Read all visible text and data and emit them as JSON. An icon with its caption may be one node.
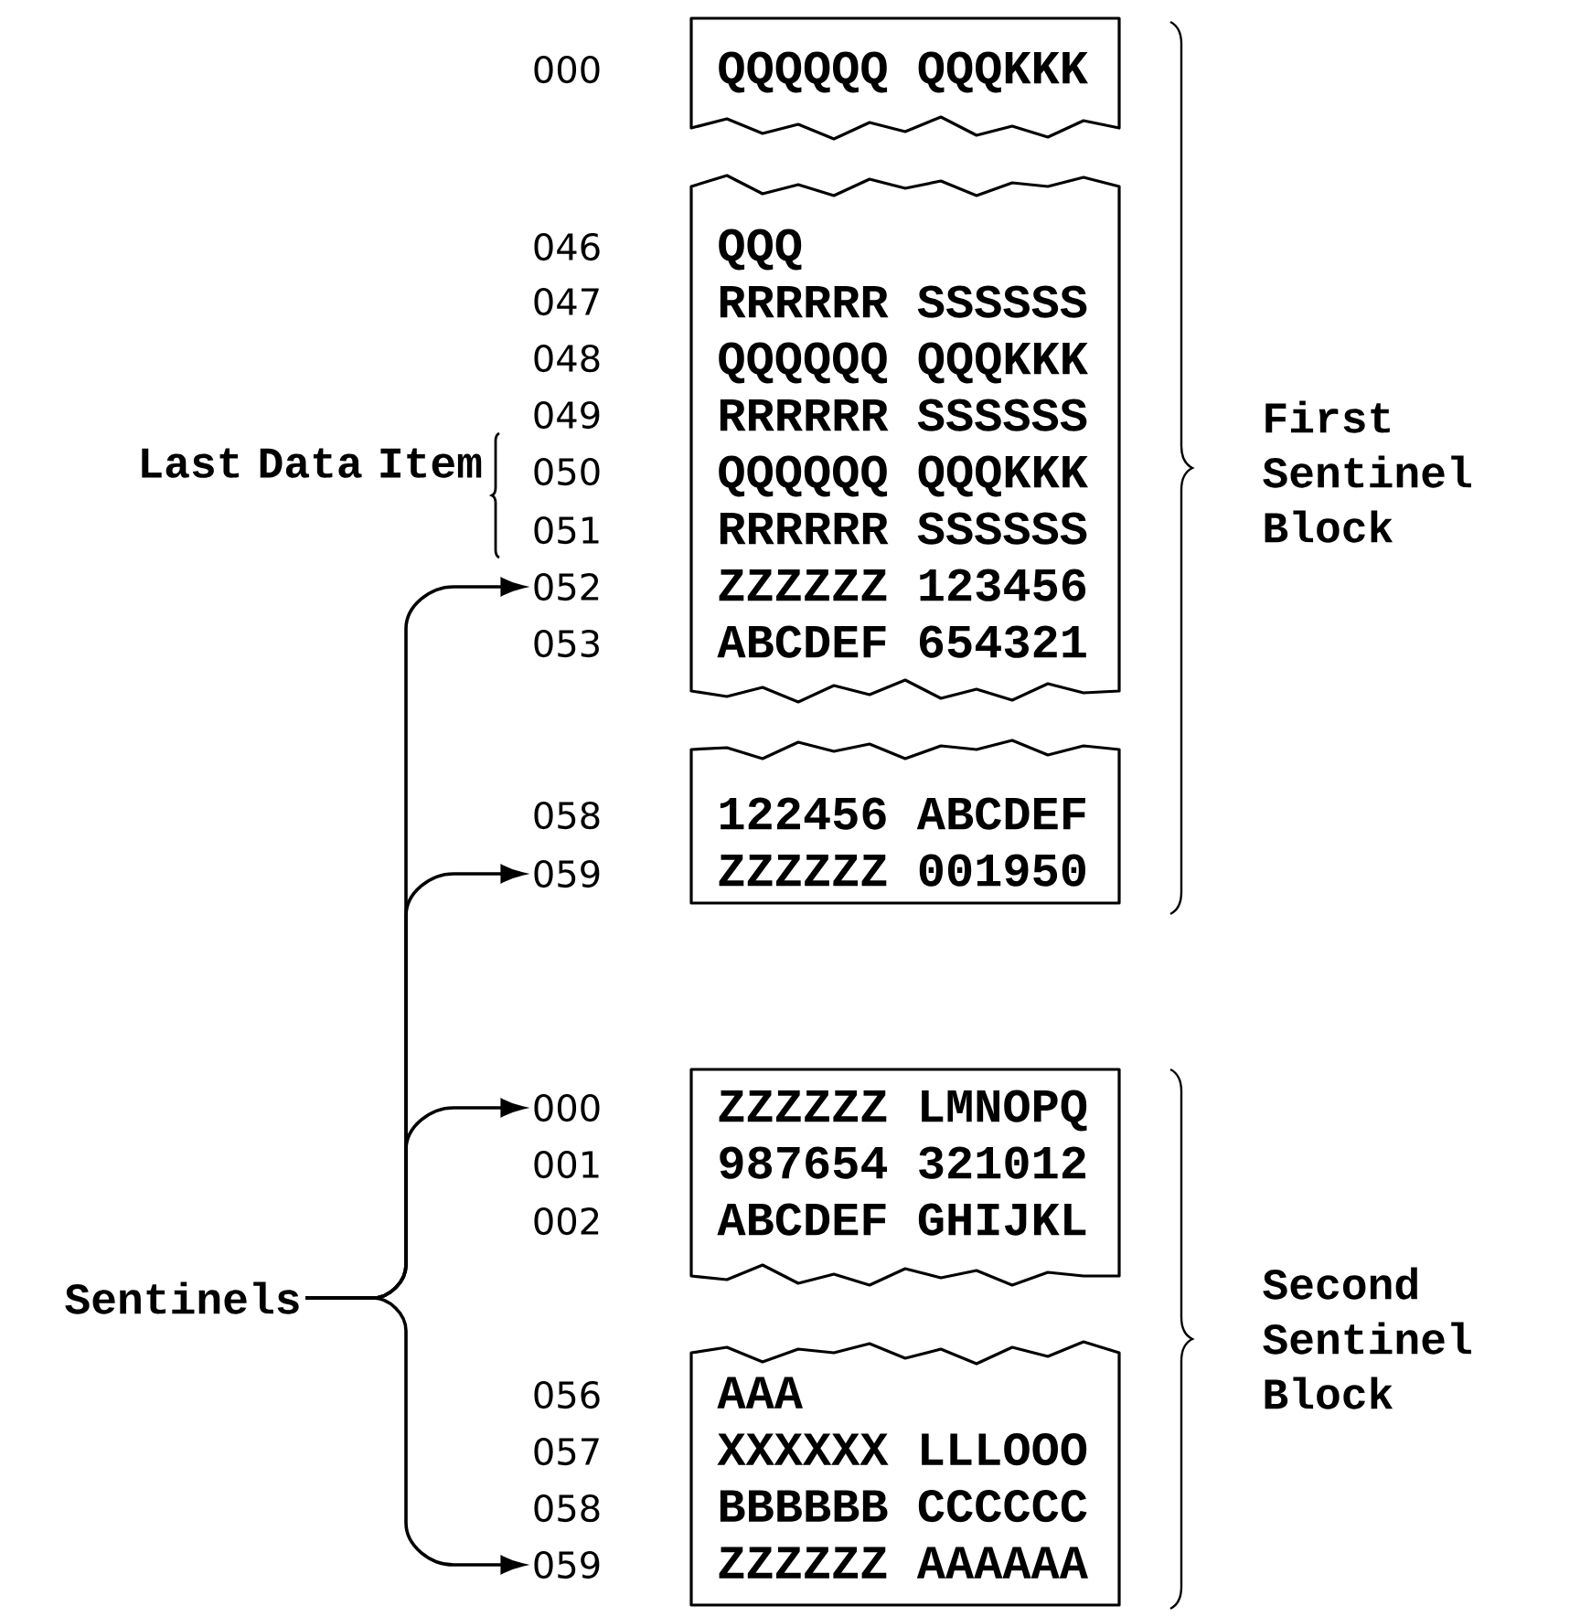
{
  "diagram": {
    "nodes": [
      {
        "text": [
          "QQQQQQ QQQKKK"
        ]
      },
      {
        "text": [
          "QQQ",
          "RRRRRR SSSSSS",
          "QQQQQQ QQQKKK",
          "RRRRRR SSSSSS",
          "QQQQQQ QQQKKK",
          "RRRRRR SSSSSS",
          "ZZZZZZ 123456",
          "ABCDEF 654321"
        ]
      },
      {
        "text": [
          "052"
        ]
      },
      {
        "text": [
          "122456 ABCDEF",
          "ZZZZZZ 001950"
        ]
      },
      {
        "text": [
          "059"
        ]
      },
      {
        "text": [
          "ZZZZZZ LMNOPQ",
          "987654 321012",
          "ABCDEF GHIJKL"
        ]
      },
      {
        "text": [
          "000"
        ]
      },
      {
        "text": [
          "AAA",
          "XXXXXX LLLOOO",
          "BBBBBB CCCCCC",
          "ZZZZZZ AAAAAA"
        ]
      },
      {
        "text": [
          "059"
        ]
      },
      {
        "text": [
          "Sentinels"
        ]
      }
    ],
    "edges": [
      {
        "from": 9,
        "to": 2,
        "arrow": "to"
      },
      {
        "from": 9,
        "to": 4,
        "arrow": "to"
      },
      {
        "from": 9,
        "to": 6,
        "arrow": "to"
      },
      {
        "from": 9,
        "to": 8,
        "arrow": "to"
      }
    ],
    "labels": [
      "000",
      "046",
      "047",
      "048",
      "049",
      "Last Data Item",
      "050",
      "051",
      "053",
      "First Sentinel Block",
      "058",
      "001",
      "002",
      "Second Sentinel Block",
      "056",
      "057",
      "058"
    ]
  }
}
